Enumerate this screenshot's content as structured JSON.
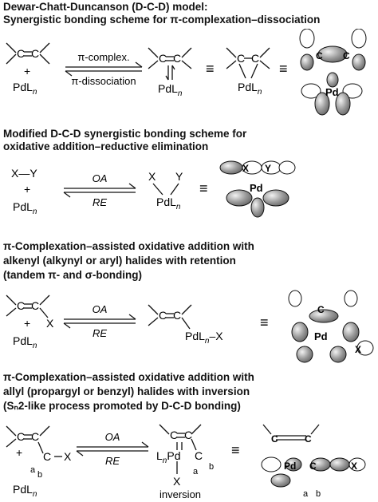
{
  "sections": [
    {
      "title_lines": [
        "Dewar-Chatt-Duncanson (D-C-D) model:",
        "Synergistic bonding scheme for π-complexation–dissociation"
      ],
      "arrow_top": "π-complex.",
      "arrow_bottom": "π-dissociation"
    },
    {
      "title_lines": [
        "Modified D-C-D synergistic bonding scheme for",
        "oxidative addition–reductive elimination"
      ],
      "arrow_top": "OA",
      "arrow_bottom": "RE"
    },
    {
      "title_lines": [
        "π-Complexation–assisted oxidative addition with",
        "alkenyl (alkynyl or aryl) halides with retention",
        "(tandem π- and σ-bonding)"
      ],
      "arrow_top": "OA",
      "arrow_bottom": "RE"
    },
    {
      "title_lines": [
        "π-Complexation–assisted oxidative addition with",
        "allyl (propargyl or benzyl) halides with inversion",
        "(Sₙ2-like process promoted by D-C-D bonding)"
      ],
      "arrow_top": "OA",
      "arrow_bottom": "RE",
      "caption": "inversion"
    }
  ],
  "labels": {
    "C": "C",
    "X": "X",
    "Y": "Y",
    "Pd": "Pd",
    "plus": "+",
    "PdLn": "PdL",
    "n": "n",
    "a": "a",
    "b": "b",
    "XY": "X—Y",
    "LnPd": "L",
    "equiv": "≡"
  }
}
